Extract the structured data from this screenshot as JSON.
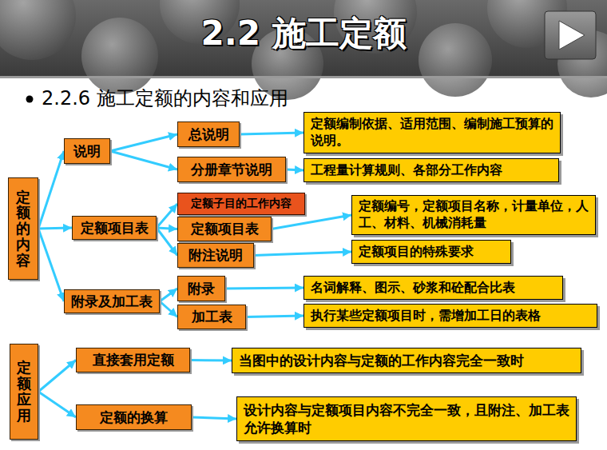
{
  "diagram": {
    "title": "2.2 施工定额",
    "nodes": [
      {
        "text": [
          "定额的内容"
        ]
      },
      {
        "text": [
          "说明"
        ]
      },
      {
        "text": [
          "总说明"
        ]
      },
      {
        "text": [
          "定额编制依据、适用范围、编制施工预算的说明。"
        ]
      },
      {
        "text": [
          "分册章节说明"
        ]
      },
      {
        "text": [
          "工程量计算规则、各部分工作内容"
        ]
      },
      {
        "text": [
          "定额项目表"
        ]
      },
      {
        "text": [
          "定额子目的工作内容"
        ]
      },
      {
        "text": [
          "定额项目表"
        ]
      },
      {
        "text": [
          "定额编号，定额项目名称，计量单位，人工、材料、机械消耗量"
        ]
      },
      {
        "text": [
          "附注说明"
        ]
      },
      {
        "text": [
          "定额项目的特殊要求"
        ]
      },
      {
        "text": [
          "附录及加工表"
        ]
      },
      {
        "text": [
          "附录"
        ]
      },
      {
        "text": [
          "名词解释、图示、砂浆和砼配合比表"
        ]
      },
      {
        "text": [
          "加工表"
        ]
      },
      {
        "text": [
          "执行某些定额项目时，需增加工日的表格"
        ]
      },
      {
        "text": [
          "定额应用"
        ]
      },
      {
        "text": [
          "直接套用定额"
        ]
      },
      {
        "text": [
          "当图中的设计内容与定额的工作内容完全一致时"
        ]
      },
      {
        "text": [
          "定额的换算"
        ]
      },
      {
        "text": [
          "设计内容与定额项目内容不完全一致，且附注、加工表允许换算时"
        ]
      }
    ],
    "edges": [
      {
        "from": 0,
        "to": 1,
        "arrow": "to"
      },
      {
        "from": 0,
        "to": 6,
        "arrow": "to"
      },
      {
        "from": 0,
        "to": 12,
        "arrow": "to"
      },
      {
        "from": 1,
        "to": 2,
        "arrow": "to"
      },
      {
        "from": 1,
        "to": 4,
        "arrow": "to"
      },
      {
        "from": 2,
        "to": 3,
        "arrow": "to"
      },
      {
        "from": 4,
        "to": 5,
        "arrow": "to"
      },
      {
        "from": 6,
        "to": 7,
        "arrow": "to"
      },
      {
        "from": 6,
        "to": 8,
        "arrow": "to"
      },
      {
        "from": 6,
        "to": 10,
        "arrow": "to"
      },
      {
        "from": 8,
        "to": 9,
        "arrow": "to"
      },
      {
        "from": 10,
        "to": 11,
        "arrow": "to"
      },
      {
        "from": 12,
        "to": 13,
        "arrow": "to"
      },
      {
        "from": 12,
        "to": 15,
        "arrow": "to"
      },
      {
        "from": 13,
        "to": 14,
        "arrow": "to"
      },
      {
        "from": 15,
        "to": 16,
        "arrow": "to"
      },
      {
        "from": 17,
        "to": 18,
        "arrow": "to"
      },
      {
        "from": 17,
        "to": 20,
        "arrow": "to"
      },
      {
        "from": 18,
        "to": 19,
        "arrow": "to"
      },
      {
        "from": 20,
        "to": 21,
        "arrow": "to"
      }
    ],
    "labels": [
      "2.2.6 施工定额的内容和应用"
    ]
  }
}
